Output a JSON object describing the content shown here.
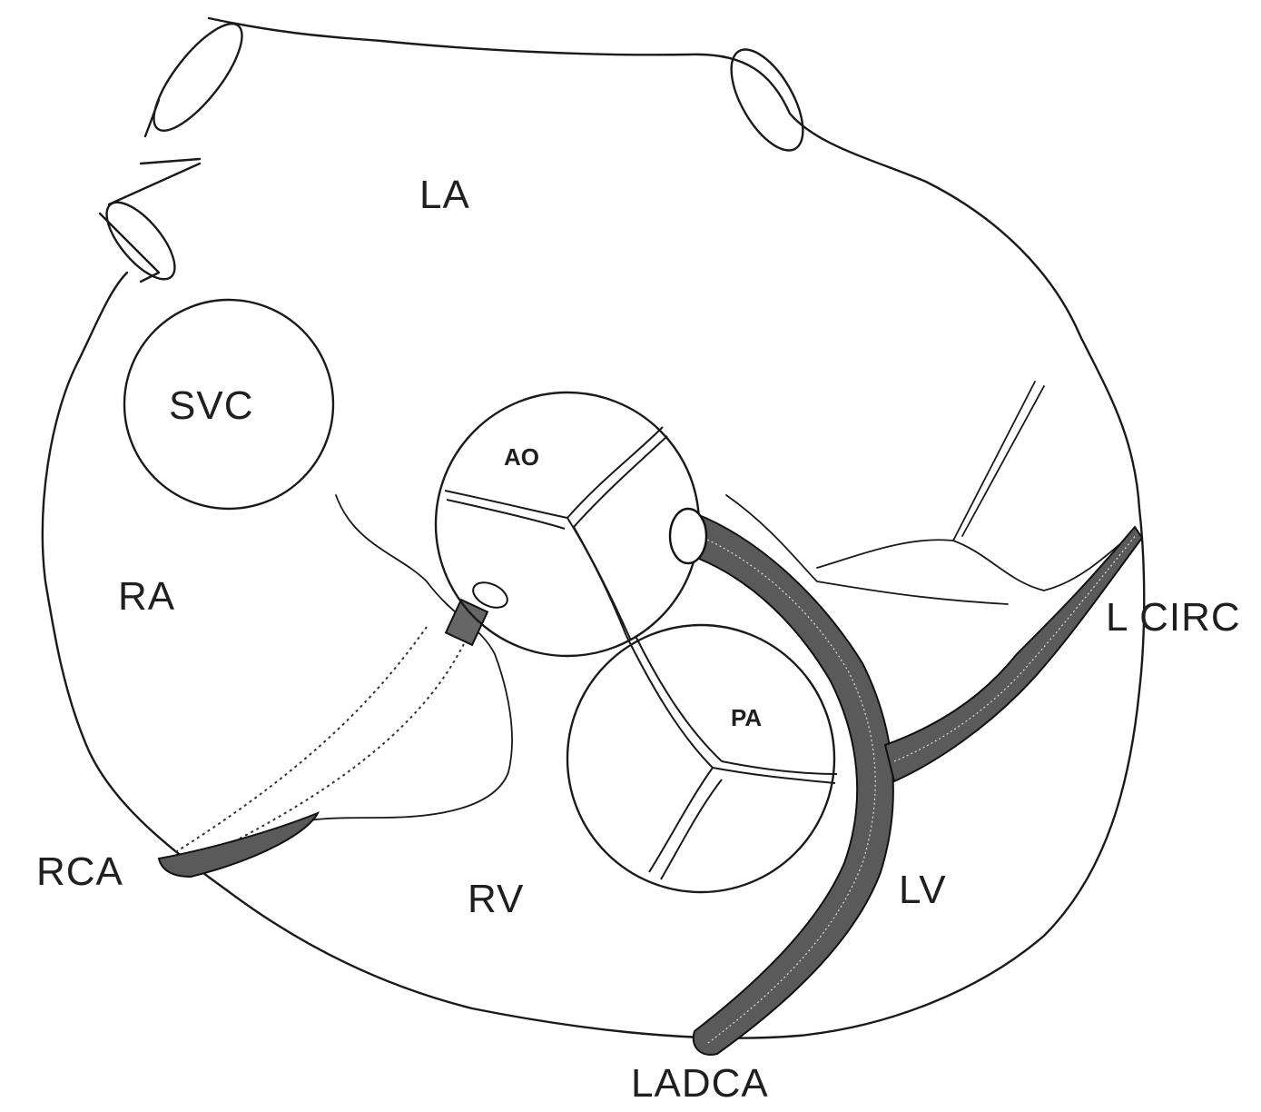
{
  "labels": {
    "la": "LA",
    "svc": "SVC",
    "ra": "RA",
    "ao": "AO",
    "pa": "PA",
    "rca": "RCA",
    "rv": "RV",
    "lv": "LV",
    "l_circ": "L CIRC",
    "ladca": "LADCA"
  },
  "colors": {
    "line": "#1a1a1a",
    "vessel": "#5a5a5a",
    "background": "#ffffff"
  }
}
